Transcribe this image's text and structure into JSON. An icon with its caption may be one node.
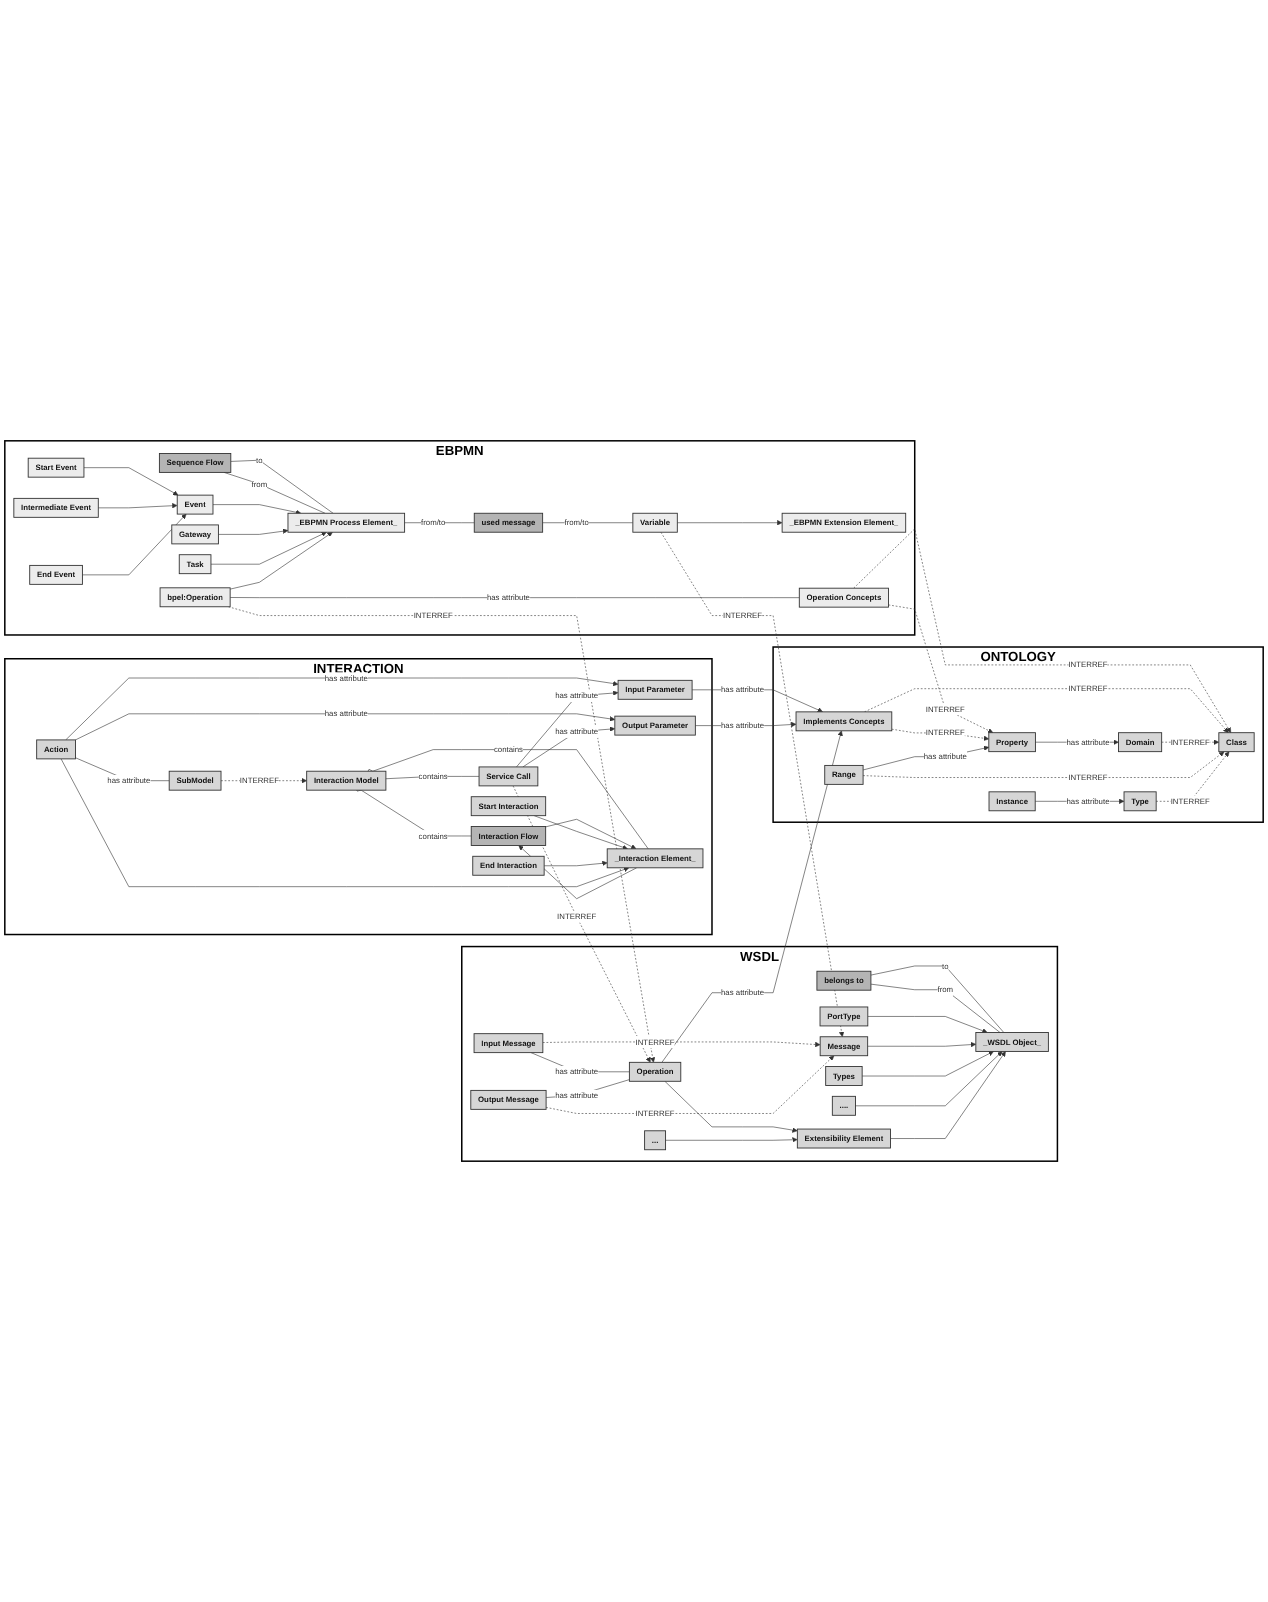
{
  "diagram": {
    "nodes": [
      {
        "text": [
          "EBPMN"
        ]
      },
      {
        "text": [
          "Sequence Flow"
        ],
        "in": 0
      },
      {
        "text": [
          "_EBPMN Process Element_"
        ],
        "in": 0
      },
      {
        "text": [
          "_EBPMN Extension Element_"
        ],
        "in": 0
      },
      {
        "text": [
          "Event"
        ],
        "in": 0
      },
      {
        "text": [
          "Variable"
        ],
        "in": 0
      },
      {
        "text": [
          "Start Event"
        ],
        "in": 0
      },
      {
        "text": [
          "used message"
        ],
        "in": 0
      },
      {
        "text": [
          "Intermediate Event"
        ],
        "in": 0
      },
      {
        "text": [
          "End Event"
        ],
        "in": 0
      },
      {
        "text": [
          "bpel:Operation"
        ],
        "in": 0
      },
      {
        "text": [
          "Gateway"
        ],
        "in": 0
      },
      {
        "text": [
          "Task"
        ],
        "in": 0
      },
      {
        "text": [
          "Operation Concepts"
        ],
        "in": 0
      },
      {
        "text": [
          "WSDL"
        ]
      },
      {
        "text": [
          "belongs to"
        ],
        "in": 14
      },
      {
        "text": [
          "_WSDL Object_"
        ],
        "in": 14
      },
      {
        "text": [
          "PortType"
        ],
        "in": 14
      },
      {
        "text": [
          "Message"
        ],
        "in": 14
      },
      {
        "text": [
          "Types"
        ],
        "in": 14
      },
      {
        "text": [
          "Input Message"
        ],
        "in": 14
      },
      {
        "text": [
          "...."
        ],
        "in": 14
      },
      {
        "text": [
          "Output Message"
        ],
        "in": 14
      },
      {
        "text": [
          "Extensibility Element"
        ],
        "in": 14
      },
      {
        "text": [
          "Operation"
        ],
        "in": 14
      },
      {
        "text": [
          "..."
        ],
        "in": 14
      },
      {
        "text": [
          "ONTOLOGY"
        ]
      },
      {
        "text": [
          "Implements Concepts"
        ],
        "in": 26
      },
      {
        "text": [
          "Property"
        ],
        "in": 26
      },
      {
        "text": [
          "Domain"
        ],
        "in": 26
      },
      {
        "text": [
          "Class"
        ],
        "in": 26
      },
      {
        "text": [
          "Range"
        ],
        "in": 26
      },
      {
        "text": [
          "Type"
        ],
        "in": 26
      },
      {
        "text": [
          "Instance"
        ],
        "in": 26
      },
      {
        "text": [
          "INTERACTION"
        ]
      },
      {
        "text": [
          "Interaction Model"
        ],
        "in": 34
      },
      {
        "text": [
          "Input Parameter"
        ],
        "in": 34
      },
      {
        "text": [
          "Output Parameter"
        ],
        "in": 34
      },
      {
        "text": [
          "Interaction Flow"
        ],
        "in": 34
      },
      {
        "text": [
          "_Interaction Element_"
        ],
        "in": 34
      },
      {
        "text": [
          "Start Interaction"
        ],
        "in": 34
      },
      {
        "text": [
          "End Interaction"
        ],
        "in": 34
      },
      {
        "text": [
          "Action"
        ],
        "in": 34
      },
      {
        "text": [
          "SubModel"
        ],
        "in": 34
      },
      {
        "text": [
          "Service Call"
        ],
        "in": 34
      }
    ],
    "edges": [
      {
        "from": 1,
        "to": 2,
        "arrow": "none",
        "label": "to"
      },
      {
        "from": 1,
        "to": 2,
        "arrow": "none",
        "label": "from"
      },
      {
        "from": 4,
        "to": 2,
        "arrow": "to"
      },
      {
        "from": 11,
        "to": 2,
        "arrow": "to"
      },
      {
        "from": 12,
        "to": 2,
        "arrow": "to"
      },
      {
        "from": 10,
        "to": 2,
        "arrow": "to"
      },
      {
        "from": 6,
        "to": 4,
        "arrow": "to"
      },
      {
        "from": 8,
        "to": 4,
        "arrow": "to"
      },
      {
        "from": 9,
        "to": 4,
        "arrow": "to"
      },
      {
        "from": 5,
        "to": 3,
        "arrow": "to"
      },
      {
        "from": 2,
        "to": 7,
        "arrow": "none",
        "label": "from/to"
      },
      {
        "from": 7,
        "to": 5,
        "arrow": "none",
        "label": "from/to"
      },
      {
        "from": 10,
        "to": 13,
        "arrow": "none",
        "label": "has attribute"
      },
      {
        "from": 10,
        "to": 24,
        "arrow": "to",
        "label": "INTERREF",
        "style": "dashed"
      },
      {
        "from": 5,
        "to": 18,
        "arrow": "to",
        "label": "INTERREF",
        "style": "dashed"
      },
      {
        "from": 20,
        "to": 18,
        "arrow": "to",
        "label": "INTERREF",
        "style": "dashed"
      },
      {
        "from": 22,
        "to": 18,
        "arrow": "to",
        "label": "INTERREF",
        "style": "dashed"
      },
      {
        "from": 15,
        "to": 16,
        "arrow": "none",
        "label": "to"
      },
      {
        "from": 15,
        "to": 16,
        "arrow": "none",
        "label": "from"
      },
      {
        "from": 17,
        "to": 16,
        "arrow": "to"
      },
      {
        "from": 18,
        "to": 16,
        "arrow": "to"
      },
      {
        "from": 19,
        "to": 16,
        "arrow": "to"
      },
      {
        "from": 21,
        "to": 16,
        "arrow": "to"
      },
      {
        "from": 23,
        "to": 16,
        "arrow": "to"
      },
      {
        "from": 24,
        "to": 23,
        "arrow": "to"
      },
      {
        "from": 25,
        "to": 23,
        "arrow": "to"
      },
      {
        "from": 20,
        "to": 24,
        "arrow": "none",
        "label": "has attribute"
      },
      {
        "from": 22,
        "to": 24,
        "arrow": "none",
        "label": "has attribute"
      },
      {
        "from": 24,
        "to": 27,
        "arrow": "to",
        "label": "has attribute"
      },
      {
        "from": 44,
        "to": 24,
        "arrow": "to",
        "label": "INTERREF",
        "style": "dashed"
      },
      {
        "from": 13,
        "to": 28,
        "arrow": "to",
        "label": "INTERREF",
        "style": "dashed"
      },
      {
        "from": 13,
        "to": 30,
        "arrow": "to",
        "label": "INTERREF",
        "style": "dashed"
      },
      {
        "from": 27,
        "to": 28,
        "arrow": "to",
        "label": "INTERREF",
        "style": "dashed"
      },
      {
        "from": 27,
        "to": 30,
        "arrow": "to",
        "label": "INTERREF",
        "style": "dashed"
      },
      {
        "from": 28,
        "to": 29,
        "arrow": "to",
        "label": "has attribute"
      },
      {
        "from": 29,
        "to": 30,
        "arrow": "to",
        "label": "INTERREF",
        "style": "dashed"
      },
      {
        "from": 31,
        "to": 28,
        "arrow": "to",
        "label": "has attribute"
      },
      {
        "from": 31,
        "to": 30,
        "arrow": "to",
        "label": "INTERREF",
        "style": "dashed"
      },
      {
        "from": 32,
        "to": 30,
        "arrow": "to",
        "label": "INTERREF",
        "style": "dashed"
      },
      {
        "from": 33,
        "to": 32,
        "arrow": "to",
        "label": "has attribute"
      },
      {
        "from": 36,
        "to": 27,
        "arrow": "to",
        "label": "has attribute"
      },
      {
        "from": 37,
        "to": 27,
        "arrow": "to",
        "label": "has attribute"
      },
      {
        "from": 35,
        "to": 38,
        "arrow": "other",
        "label": "contains"
      },
      {
        "from": 35,
        "to": 39,
        "arrow": "other",
        "label": "contains"
      },
      {
        "from": 35,
        "to": 44,
        "arrow": "other",
        "label": "contains"
      },
      {
        "from": 38,
        "to": 39,
        "arrow": "to"
      },
      {
        "from": 39,
        "to": 38,
        "arrow": "to"
      },
      {
        "from": 40,
        "to": 39,
        "arrow": "to"
      },
      {
        "from": 41,
        "to": 39,
        "arrow": "to"
      },
      {
        "from": 42,
        "to": 39,
        "arrow": "to"
      },
      {
        "from": 42,
        "to": 36,
        "arrow": "to",
        "label": "has attribute"
      },
      {
        "from": 42,
        "to": 37,
        "arrow": "to",
        "label": "has attribute"
      },
      {
        "from": 43,
        "to": 35,
        "arrow": "to",
        "label": "INTERREF",
        "style": "dashed"
      },
      {
        "from": 42,
        "to": 43,
        "arrow": "none",
        "label": "has attribute"
      },
      {
        "from": 44,
        "to": 36,
        "arrow": "to",
        "label": "has attribute"
      },
      {
        "from": 44,
        "to": 37,
        "arrow": "to",
        "label": "has attribute"
      }
    ]
  }
}
